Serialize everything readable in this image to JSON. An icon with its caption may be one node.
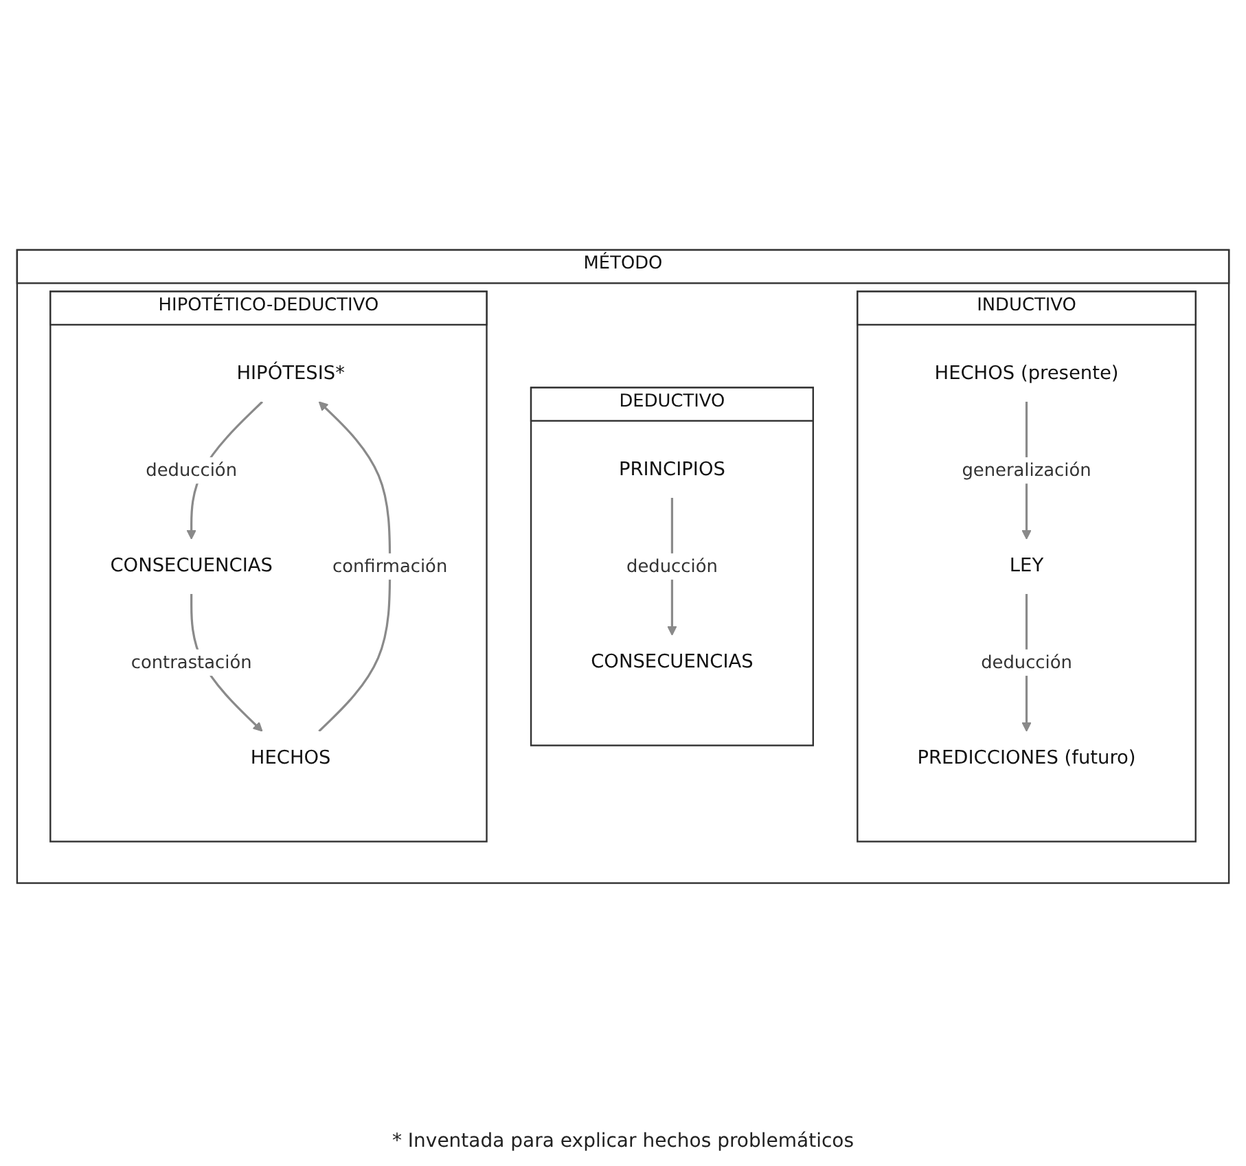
{
  "diagram": {
    "nodes": [
      {
        "text": [
          "MÉTODO"
        ]
      },
      {
        "text": [
          "INDUCTIVO"
        ],
        "in": 0
      },
      {
        "text": [
          "LEY"
        ],
        "in": 1
      },
      {
        "text": [
          "HECHOS (presente)"
        ],
        "in": 1
      },
      {
        "text": [
          "PREDICCIONES (futuro)"
        ],
        "in": 1
      },
      {
        "text": [
          "DEDUCTIVO"
        ],
        "in": 0
      },
      {
        "text": [
          "PRINCIPIOS"
        ],
        "in": 5
      },
      {
        "text": [
          "CONSECUENCIAS"
        ],
        "in": 5
      },
      {
        "text": [
          "HIPOTÉTICO-DEDUCTIVO"
        ],
        "in": 0
      },
      {
        "text": [
          "HIPÓTESIS*"
        ],
        "in": 8
      },
      {
        "text": [
          "CONSECUENCIAS"
        ],
        "in": 8
      },
      {
        "text": [
          "HECHOS"
        ],
        "in": 8
      }
    ],
    "edges": [
      {
        "from": 3,
        "to": 2,
        "arrow": "to",
        "label": "generalización"
      },
      {
        "from": 2,
        "to": 4,
        "arrow": "to",
        "label": "deducción"
      },
      {
        "from": 6,
        "to": 7,
        "arrow": "to",
        "label": "deducción"
      },
      {
        "from": 9,
        "to": 10,
        "arrow": "to",
        "label": "deducción"
      },
      {
        "from": 10,
        "to": 11,
        "arrow": "to",
        "label": "contrastación"
      },
      {
        "from": 11,
        "to": 9,
        "arrow": "to",
        "label": "confirmación"
      }
    ],
    "labels": [
      "* Inventada para explicar hechos problemáticos"
    ]
  }
}
